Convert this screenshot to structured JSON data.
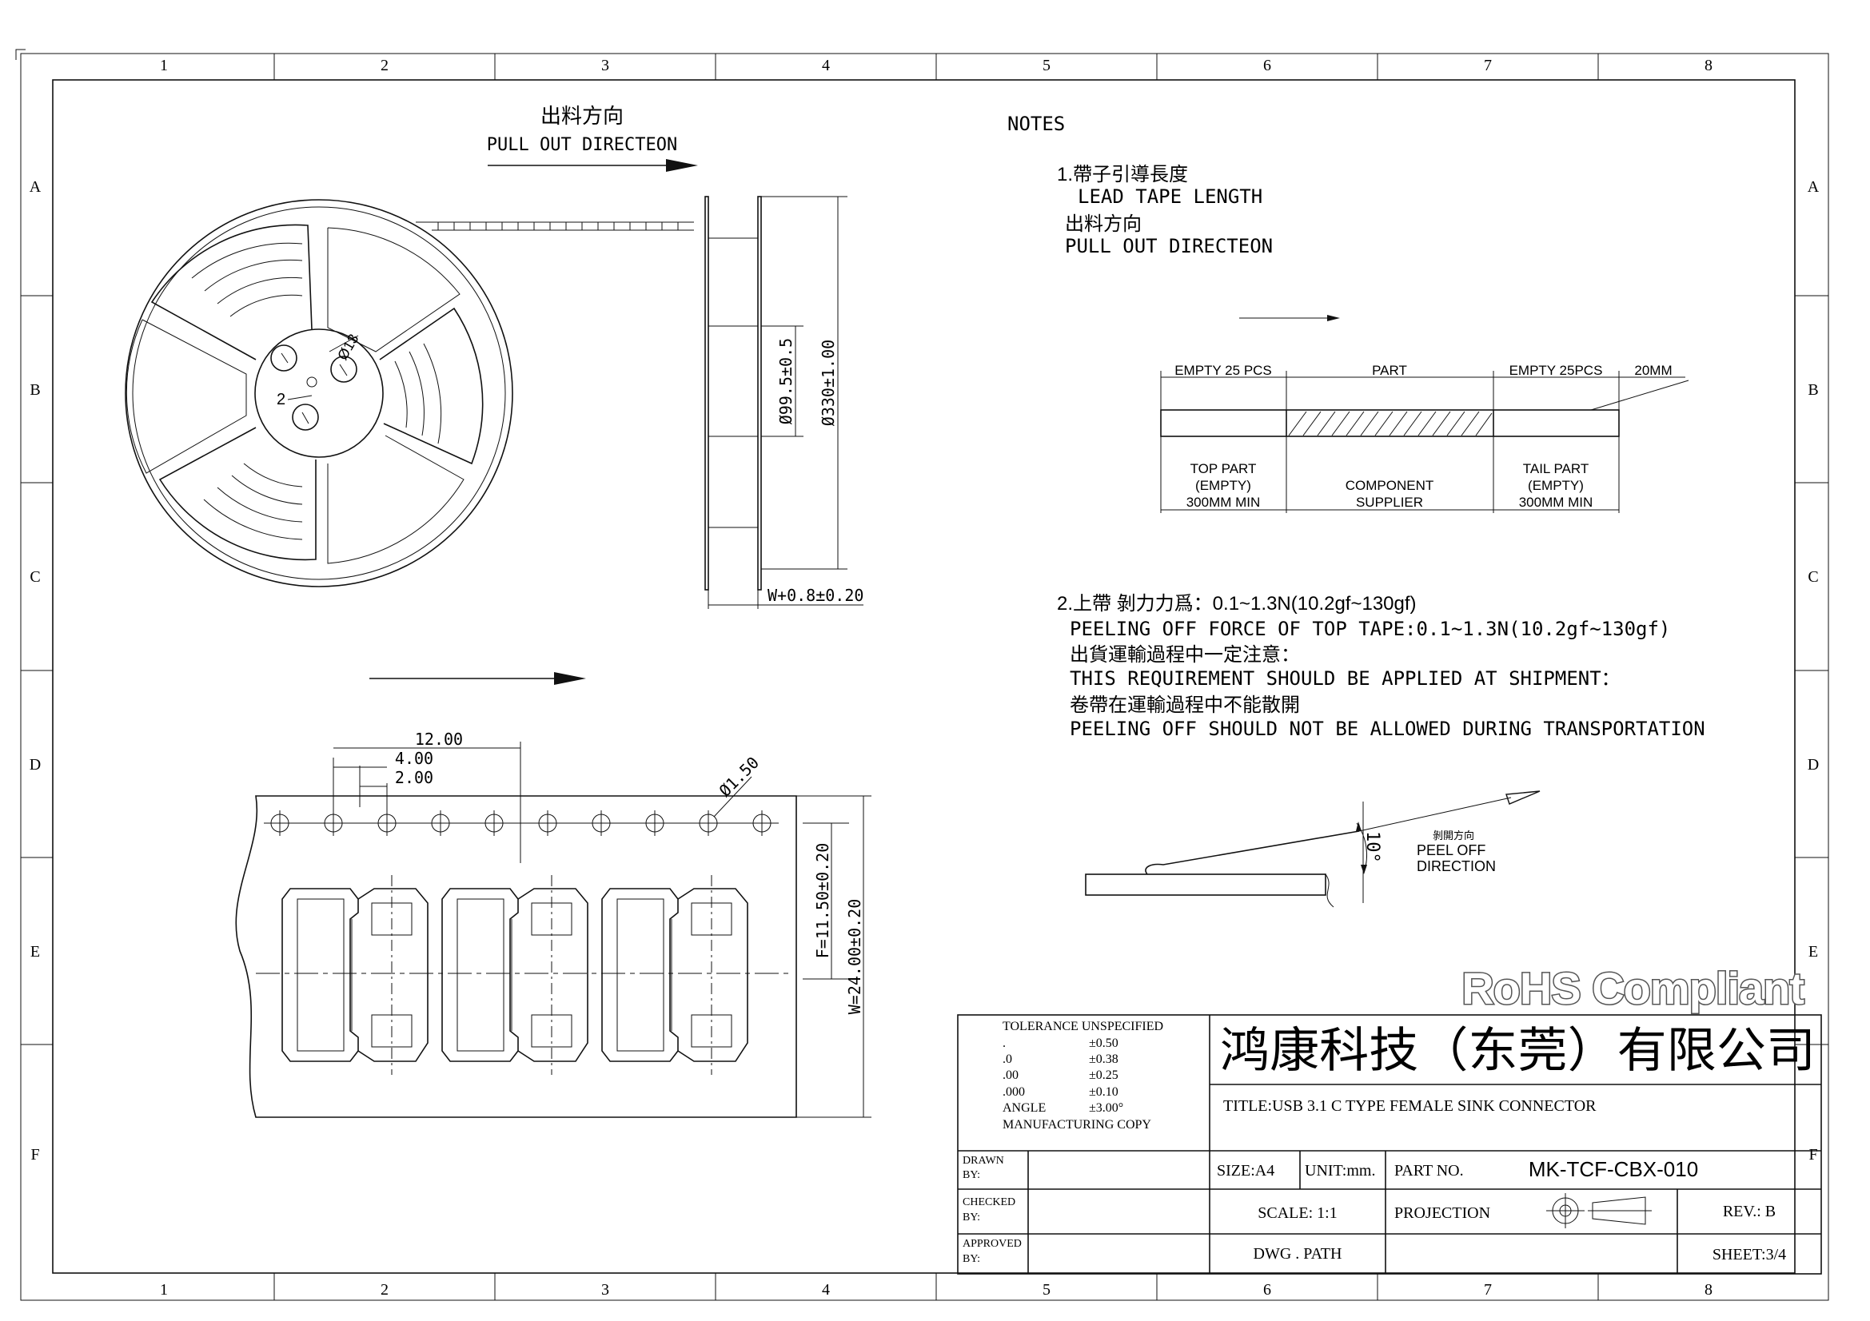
{
  "grid": {
    "columns": [
      "1",
      "2",
      "3",
      "4",
      "5",
      "6",
      "7",
      "8"
    ],
    "rows": [
      "A",
      "B",
      "C",
      "D",
      "E",
      "F"
    ]
  },
  "pull_out": {
    "cn": "出料方向",
    "en": "PULL OUT DIRECTEON"
  },
  "reel": {
    "hole_dim": "Ø13",
    "slot_dim": "2",
    "hub_dia": "Ø99.5±0.5",
    "reel_dia": "Ø330±1.00",
    "width": "W+0.8±0.20"
  },
  "tape": {
    "pitch": "12.00",
    "p0": "4.00",
    "p2": "2.00",
    "hole_dia": "Ø1.50",
    "f_dim": "F=11.50±0.20",
    "w_dim": "W=24.00±0.20"
  },
  "notes": {
    "title": "NOTES",
    "n1_cn": "1.帶子引導長度",
    "n1_en": "LEAD TAPE LENGTH",
    "n1b_cn": "出料方向",
    "n1b_en": "PULL OUT DIRECTEON",
    "n2_cn": "2.上帶 剝力力爲：0.1~1.3N(10.2gf~130gf)",
    "n2_en": "PEELING OFF FORCE OF TOP TAPE:0.1~1.3N(10.2gf~130gf)",
    "n2b_cn": "出貨運輸過程中一定注意：",
    "n2b_en": "THIS REQUIREMENT SHOULD BE APPLIED AT SHIPMENT：",
    "n2c_cn": "卷帶在運輸過程中不能散開",
    "n2c_en": "PEELING OFF SHOULD NOT BE ALLOWED DURING TRANSPORTATION"
  },
  "leader": {
    "empty_top": "EMPTY 25 PCS",
    "part": "PART",
    "empty_tail": "EMPTY 25PCS",
    "len": "20MM",
    "top_part": [
      "TOP PART",
      "(EMPTY)",
      "300MM MIN"
    ],
    "component": [
      "COMPONENT",
      "SUPPLIER"
    ],
    "tail_part": [
      "TAIL PART",
      "(EMPTY)",
      "300MM MIN"
    ]
  },
  "peel": {
    "angle": "10°",
    "cn": "剝開方向",
    "en1": "PEEL OFF",
    "en2": "DIRECTION"
  },
  "rohs": "RoHS Compliant",
  "title_block": {
    "company": "鸿康科技（东莞）有限公司",
    "tolerance_title": "TOLERANCE UNSPECIFIED",
    "tolerances": [
      {
        "k": ".",
        "v": "±0.50"
      },
      {
        "k": ".0",
        "v": "±0.38"
      },
      {
        "k": ".00",
        "v": "±0.25"
      },
      {
        "k": ".000",
        "v": "±0.10"
      },
      {
        "k": "ANGLE",
        "v": "±3.00°"
      }
    ],
    "manufacturing": "MANUFACTURING  COPY",
    "title": "TITLE:USB 3.1 C TYPE FEMALE SINK CONNECTOR",
    "drawn": [
      "DRAWN",
      "BY:"
    ],
    "checked": [
      "CHECKED",
      "BY:"
    ],
    "approved": [
      "APPROVED",
      "BY:"
    ],
    "size": "SIZE:A4",
    "unit": "UNIT:mm.",
    "part_no_label": "PART NO.",
    "part_no": "MK-TCF-CBX-010",
    "scale": "SCALE: 1:1",
    "projection": "PROJECTION",
    "rev": "REV.: B",
    "dwg_path": "DWG . PATH",
    "sheet": "SHEET:3/4"
  }
}
